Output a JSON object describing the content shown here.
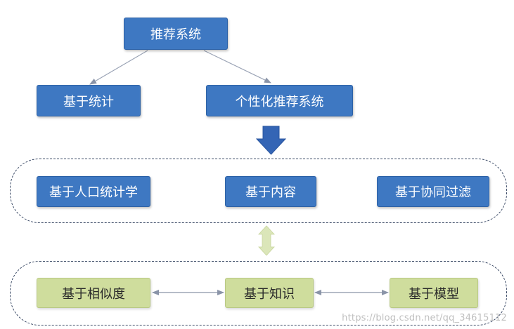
{
  "nodes": {
    "root": "推荐系统",
    "stat": "基于统计",
    "personal": "个性化推荐系统",
    "population": "基于人口统计学",
    "content": "基于内容",
    "collab": "基于协同过滤",
    "similarity": "基于相似度",
    "knowledge": "基于知识",
    "model": "基于模型"
  },
  "watermark": "https://blog.csdn.net/qq_34615112",
  "colors": {
    "blue_box": "#3e78c2",
    "green_box": "#cfdd9d",
    "down_arrow": "#3465b5",
    "double_arrow": "#dbe6b9",
    "dashed_border": "#3b4a66",
    "connector": "#9aa3b5"
  }
}
